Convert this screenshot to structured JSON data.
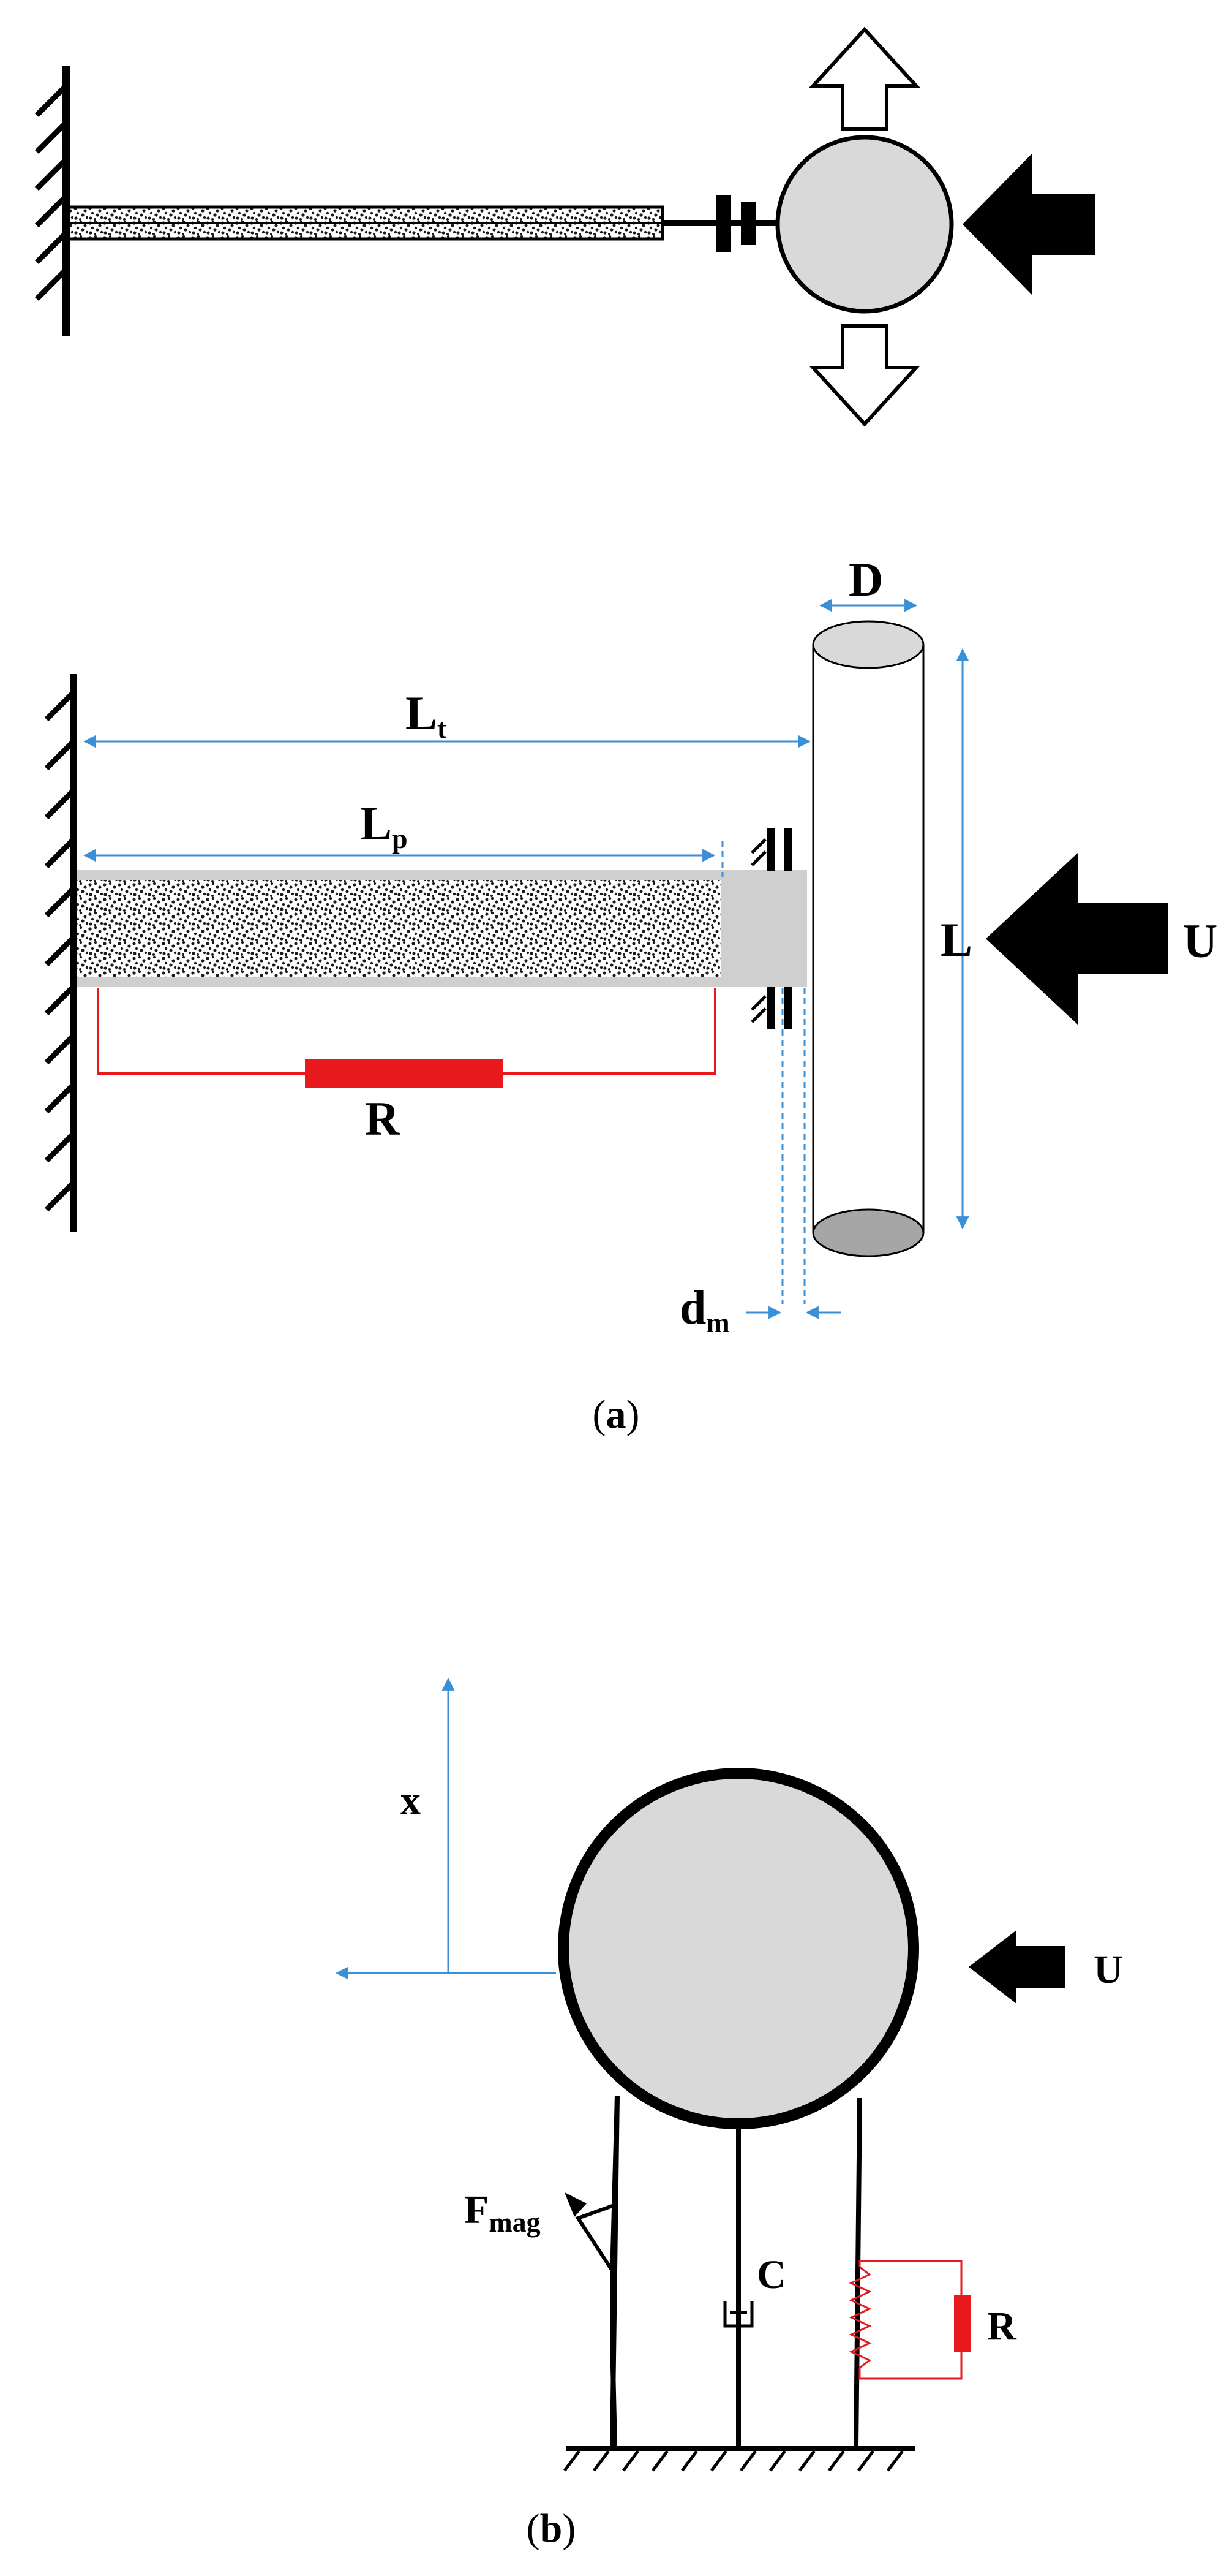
{
  "figure": {
    "panel_a": {
      "label_D": "D",
      "label_Lt": "L",
      "label_Lt_sub": "t",
      "label_Lp": "L",
      "label_Lp_sub": "p",
      "label_L": "L",
      "label_U": "U",
      "label_R": "R",
      "label_dm": "d",
      "label_dm_sub": "m",
      "caption_open": "(",
      "caption_letter": "a",
      "caption_close": ")"
    },
    "panel_b": {
      "label_x": "x",
      "label_U": "U",
      "label_Fmag": "F",
      "label_Fmag_sub": "mag",
      "label_C": "C",
      "label_R": "R",
      "caption_open": "(",
      "caption_letter": "b",
      "caption_close": ")"
    }
  },
  "colors": {
    "ink": "#000000",
    "dimension_blue": "#3b8fd4",
    "resistor_red": "#e8191c",
    "cylinder_fill": "#d9d9d9",
    "cylinder_bottom": "#a6a6a6",
    "beam_grey": "#cfcfcf"
  }
}
